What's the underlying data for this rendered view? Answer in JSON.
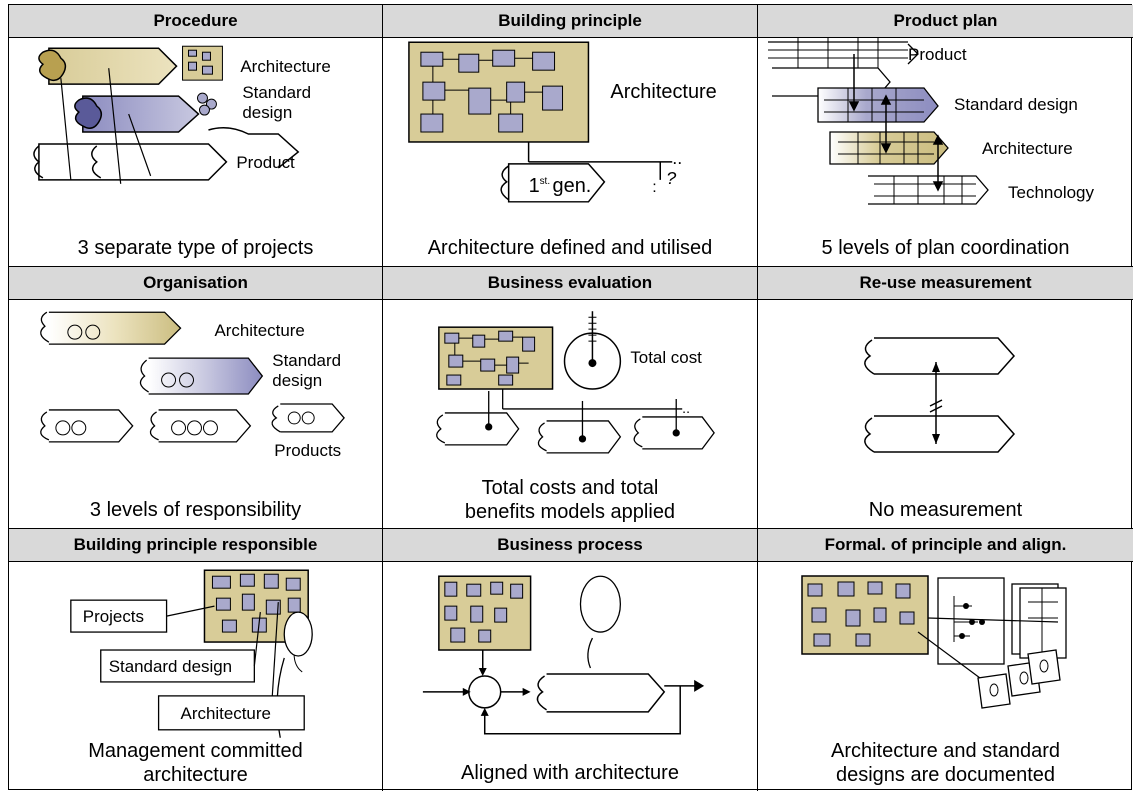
{
  "cells": [
    {
      "header": "Procedure",
      "caption": "3 separate type of projects",
      "labels": {
        "architecture": "Architecture",
        "standard_design_1": "Standard",
        "standard_design_2": "design",
        "product": "Product"
      }
    },
    {
      "header": "Building principle",
      "caption": "Architecture defined and utilised",
      "labels": {
        "architecture": "Architecture",
        "first_gen": "1",
        "first_gen_sup": "st.",
        "first_gen_rest": " gen."
      }
    },
    {
      "header": "Product plan",
      "caption": "5 levels of plan coordination",
      "labels": {
        "product": "Product",
        "standard_design": "Standard design",
        "architecture": "Architecture",
        "technology": "Technology"
      }
    },
    {
      "header": "Organisation",
      "caption": "3 levels of responsibility",
      "labels": {
        "architecture": "Architecture",
        "standard_1": "Standard",
        "standard_2": "design",
        "products": "Products"
      }
    },
    {
      "header": "Business evaluation",
      "caption_line1": "Total costs and total",
      "caption_line2": "benefits models applied",
      "labels": {
        "total_cost": "Total cost"
      }
    },
    {
      "header": "Re-use measurement",
      "caption": "No measurement"
    },
    {
      "header": "Building principle responsible",
      "caption_line1": "Management committed",
      "caption_line2": "architecture",
      "labels": {
        "projects": "Projects",
        "standard_design": "Standard design",
        "architecture": "Architecture"
      }
    },
    {
      "header": "Business process",
      "caption": "Aligned with architecture"
    },
    {
      "header": "Formal. of principle and align.",
      "caption_line1": "Architecture and standard",
      "caption_line2": "designs are documented"
    }
  ],
  "colors": {
    "tan": "#d8cc98",
    "purple": "#a9a9cc",
    "header_bg": "#d9d9d9"
  }
}
